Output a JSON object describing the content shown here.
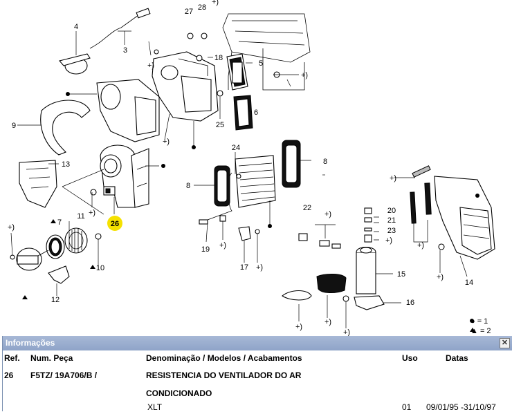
{
  "callouts": {
    "c1": "4",
    "c2": "3",
    "c3": "27",
    "c4": "28",
    "c5": "+)",
    "c6": "+)",
    "c7": "18",
    "c8": "5",
    "c9": "+)",
    "c10": "9",
    "c11": "+)",
    "c12": "25",
    "c13": "6",
    "c14": "13",
    "c15": "24",
    "c16": "8",
    "c17": "8",
    "c18": "26",
    "c19": "+)",
    "c20": "7",
    "c21": "11",
    "c22": "+)",
    "c23": "10",
    "c24": "12",
    "c25": "19",
    "c26": "+)",
    "c27": "17",
    "c28": "+)",
    "c29": "22",
    "c30": "20",
    "c31": "21",
    "c32": "23",
    "c33": "+)",
    "c34": "+)",
    "c35": "15",
    "c36": "+)",
    "c37": "16",
    "c38": "+)",
    "c39": "+)",
    "c40": "+)",
    "c41": "+)",
    "c42": "14"
  },
  "legend": {
    "circle": "● = 1",
    "triangle": "▲ = 2"
  },
  "highlight": {
    "color": "#f5e100",
    "label": "26"
  },
  "panel": {
    "title": "Informações",
    "close": "✕",
    "headers": {
      "ref": "Ref.",
      "part": "Num. Peça",
      "desc": "Denominação / Modelos / Acabamentos",
      "uso": "Uso",
      "datas": "Datas"
    },
    "row": {
      "ref": "26",
      "part": "F5TZ/  19A706/B /",
      "desc_line1": "RESISTENCIA DO VENTILADOR DO AR",
      "desc_line2": "CONDICIONADO",
      "model": "XLT",
      "uso": "01",
      "datas": "09/01/95   -31/10/97"
    }
  }
}
